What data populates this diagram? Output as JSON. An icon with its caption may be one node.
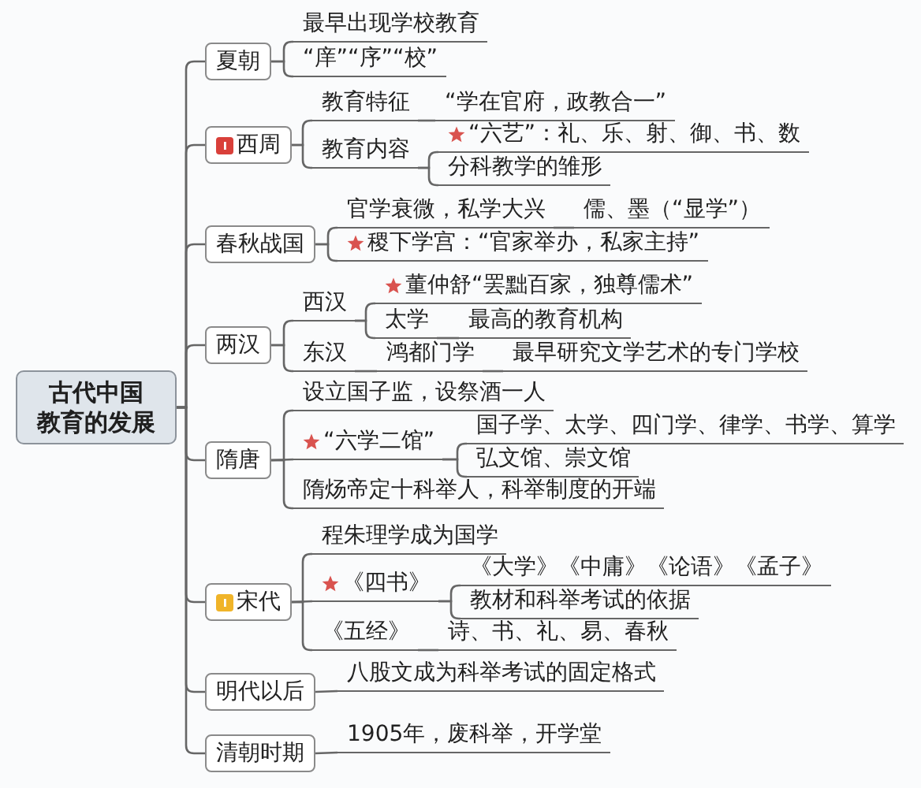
{
  "diagram": {
    "nodes": [
      {
        "text": [
          "古代中国教育的发展"
        ]
      },
      {
        "text": [
          "夏朝"
        ]
      },
      {
        "text": [
          "最早出现学校教育"
        ]
      },
      {
        "text": [
          "“庠”“序”“校”"
        ]
      },
      {
        "text": [
          "西周"
        ]
      },
      {
        "text": [
          "教育特征"
        ]
      },
      {
        "text": [
          "“学在官府，政教合一”"
        ]
      },
      {
        "text": [
          "教育内容"
        ]
      },
      {
        "text": [
          "“六艺”：礼、乐、射、御、书、数"
        ]
      },
      {
        "text": [
          "分科教学的雏形"
        ]
      },
      {
        "text": [
          "春秋战国"
        ]
      },
      {
        "text": [
          "官学衰微，私学大兴"
        ]
      },
      {
        "text": [
          "儒、墨（“显学”）"
        ]
      },
      {
        "text": [
          "稷下学宫：“官家举办，私家主持”"
        ]
      },
      {
        "text": [
          "两汉"
        ]
      },
      {
        "text": [
          "西汉"
        ]
      },
      {
        "text": [
          "董仲舒“罢黜百家，独尊儒术”"
        ]
      },
      {
        "text": [
          "太学"
        ]
      },
      {
        "text": [
          "最高的教育机构"
        ]
      },
      {
        "text": [
          "东汉"
        ]
      },
      {
        "text": [
          "鸿都门学"
        ]
      },
      {
        "text": [
          "最早研究文学艺术的专门学校"
        ]
      },
      {
        "text": [
          "隋唐"
        ]
      },
      {
        "text": [
          "设立国子监，设祭酒一人"
        ]
      },
      {
        "text": [
          "“六学二馆”"
        ]
      },
      {
        "text": [
          "国子学、太学、四门学、律学、书学、算学"
        ]
      },
      {
        "text": [
          "弘文馆、崇文馆"
        ]
      },
      {
        "text": [
          "隋炀帝定十科举人，科举制度的开端"
        ]
      },
      {
        "text": [
          "宋代"
        ]
      },
      {
        "text": [
          "程朱理学成为国学"
        ]
      },
      {
        "text": [
          "《四书》"
        ]
      },
      {
        "text": [
          "《大学》《中庸》《论语》《孟子》"
        ]
      },
      {
        "text": [
          "教材和科举考试的依据"
        ]
      },
      {
        "text": [
          "《五经》"
        ]
      },
      {
        "text": [
          "诗、书、礼、易、春秋"
        ]
      },
      {
        "text": [
          "明代以后"
        ]
      },
      {
        "text": [
          "八股文成为科举考试的固定格式"
        ]
      },
      {
        "text": [
          "清朝时期"
        ]
      },
      {
        "text": [
          "1905年，废科举，开学堂"
        ]
      }
    ],
    "edges": [
      {
        "from": 0,
        "to": 1,
        "arrow": "none"
      },
      {
        "from": 0,
        "to": 4,
        "arrow": "none"
      },
      {
        "from": 0,
        "to": 10,
        "arrow": "none"
      },
      {
        "from": 0,
        "to": 14,
        "arrow": "none"
      },
      {
        "from": 0,
        "to": 22,
        "arrow": "none"
      },
      {
        "from": 0,
        "to": 28,
        "arrow": "none"
      },
      {
        "from": 0,
        "to": 35,
        "arrow": "none"
      },
      {
        "from": 0,
        "to": 37,
        "arrow": "none"
      },
      {
        "from": 1,
        "to": 2,
        "arrow": "none"
      },
      {
        "from": 1,
        "to": 3,
        "arrow": "none"
      },
      {
        "from": 4,
        "to": 5,
        "arrow": "none"
      },
      {
        "from": 4,
        "to": 7,
        "arrow": "none"
      },
      {
        "from": 5,
        "to": 6,
        "arrow": "none"
      },
      {
        "from": 7,
        "to": 8,
        "arrow": "none"
      },
      {
        "from": 7,
        "to": 9,
        "arrow": "none"
      },
      {
        "from": 10,
        "to": 11,
        "arrow": "none"
      },
      {
        "from": 10,
        "to": 13,
        "arrow": "none"
      },
      {
        "from": 11,
        "to": 12,
        "arrow": "none"
      },
      {
        "from": 14,
        "to": 15,
        "arrow": "none"
      },
      {
        "from": 14,
        "to": 19,
        "arrow": "none"
      },
      {
        "from": 15,
        "to": 16,
        "arrow": "none"
      },
      {
        "from": 15,
        "to": 17,
        "arrow": "none"
      },
      {
        "from": 17,
        "to": 18,
        "arrow": "none"
      },
      {
        "from": 19,
        "to": 20,
        "arrow": "none"
      },
      {
        "from": 20,
        "to": 21,
        "arrow": "none"
      },
      {
        "from": 22,
        "to": 23,
        "arrow": "none"
      },
      {
        "from": 22,
        "to": 24,
        "arrow": "none"
      },
      {
        "from": 22,
        "to": 27,
        "arrow": "none"
      },
      {
        "from": 24,
        "to": 25,
        "arrow": "none"
      },
      {
        "from": 24,
        "to": 26,
        "arrow": "none"
      },
      {
        "from": 28,
        "to": 29,
        "arrow": "none"
      },
      {
        "from": 28,
        "to": 30,
        "arrow": "none"
      },
      {
        "from": 28,
        "to": 33,
        "arrow": "none"
      },
      {
        "from": 30,
        "to": 31,
        "arrow": "none"
      },
      {
        "from": 30,
        "to": 32,
        "arrow": "none"
      },
      {
        "from": 33,
        "to": 34,
        "arrow": "none"
      },
      {
        "from": 35,
        "to": 36,
        "arrow": "none"
      },
      {
        "from": 37,
        "to": 38,
        "arrow": "none"
      }
    ]
  }
}
